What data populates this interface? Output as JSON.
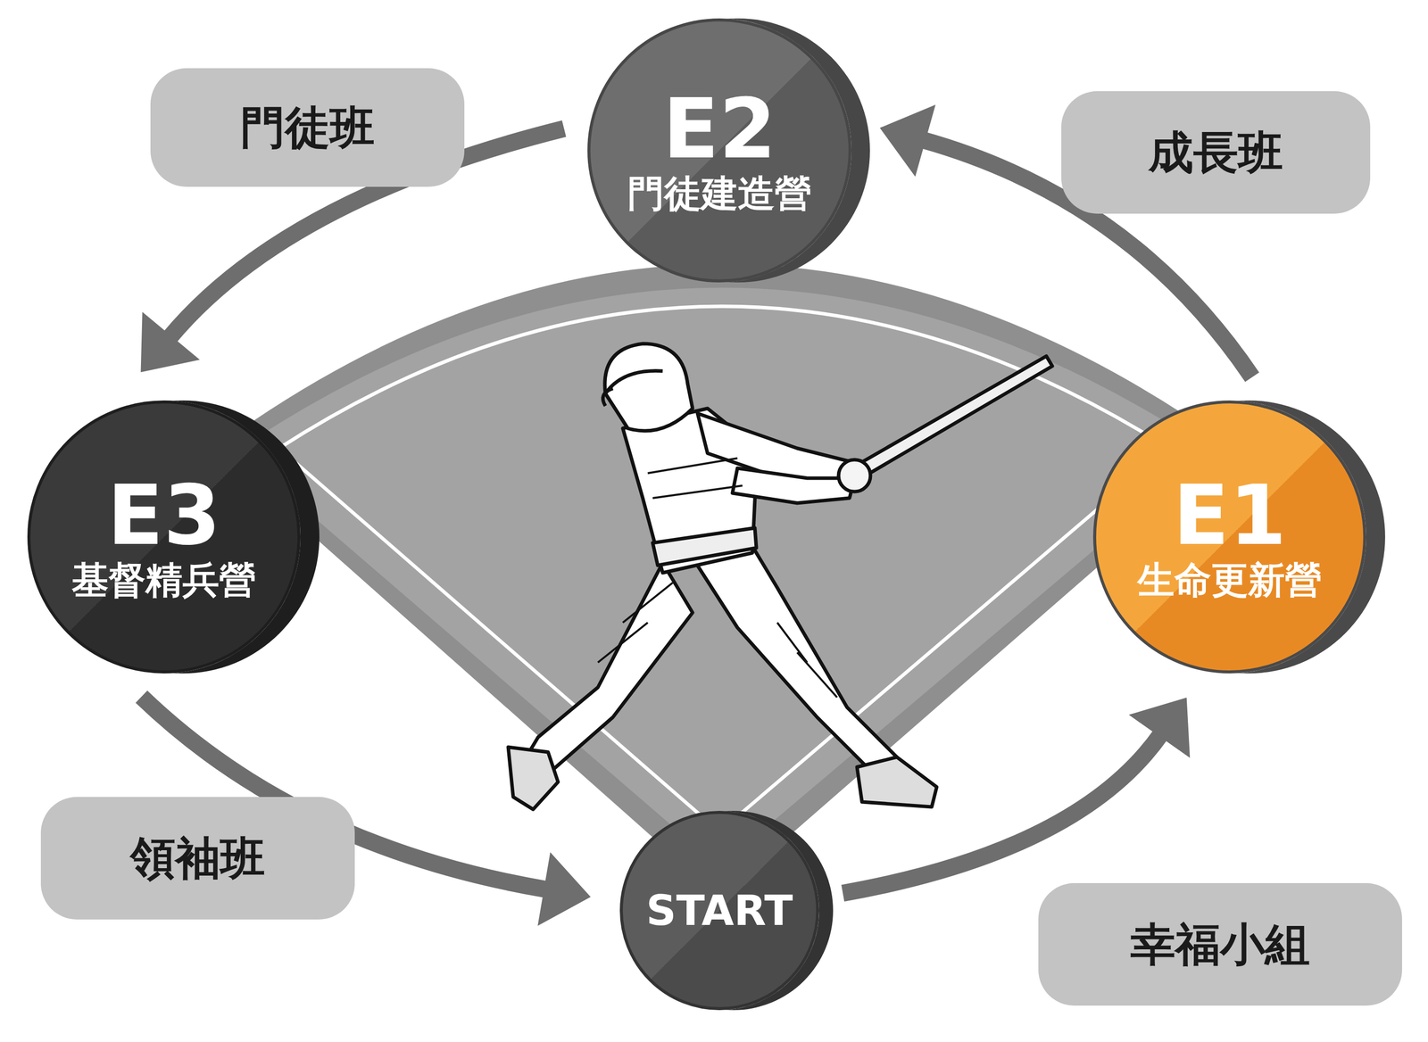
{
  "diagram": {
    "nodes": [
      {
        "text": [
          "門徒班"
        ]
      },
      {
        "text": [
          "E2",
          "門徒建造營"
        ]
      },
      {
        "text": [
          "成長班"
        ]
      },
      {
        "text": [
          "E3",
          "基督精兵營"
        ]
      },
      {
        "text": [
          "E1",
          "生命更新營"
        ]
      },
      {
        "text": [
          "領袖班"
        ]
      },
      {
        "text": [
          "START"
        ]
      },
      {
        "text": [
          "幸福小組"
        ]
      }
    ],
    "edges": [
      {
        "from": 6,
        "to": 4,
        "arrow": "to"
      },
      {
        "from": 4,
        "to": 1,
        "arrow": "to"
      },
      {
        "from": 1,
        "to": 3,
        "arrow": "to"
      },
      {
        "from": 3,
        "to": 6,
        "arrow": "to"
      }
    ]
  }
}
